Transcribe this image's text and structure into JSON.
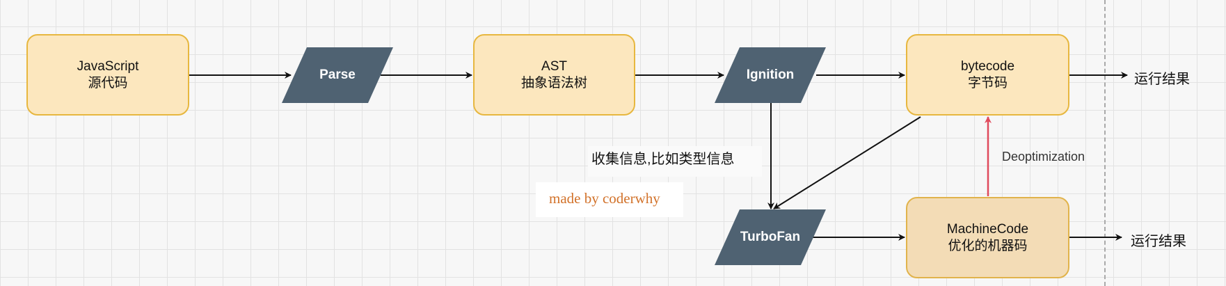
{
  "nodes": {
    "javascript": {
      "line1": "JavaScript",
      "line2": "源代码"
    },
    "ast": {
      "line1": "AST",
      "line2": "抽象语法树"
    },
    "bytecode": {
      "line1": "bytecode",
      "line2": "字节码"
    },
    "machinecode": {
      "line1": "MachineCode",
      "line2": "优化的机器码"
    }
  },
  "processes": {
    "parse": "Parse",
    "ignition": "Ignition",
    "turbofan": "TurboFan"
  },
  "labels": {
    "collect_info": "收集信息,比如类型信息",
    "deoptimization": "Deoptimization",
    "result_top": "运行结果",
    "result_bottom": "运行结果",
    "watermark": "made by coderwhy"
  },
  "colors": {
    "node_fill": "#fce7be",
    "node_border": "#e7b73f",
    "process_fill": "#4f6272",
    "arrow": "#111111",
    "deopt_arrow": "#e04a5c",
    "watermark": "#d2722a"
  }
}
